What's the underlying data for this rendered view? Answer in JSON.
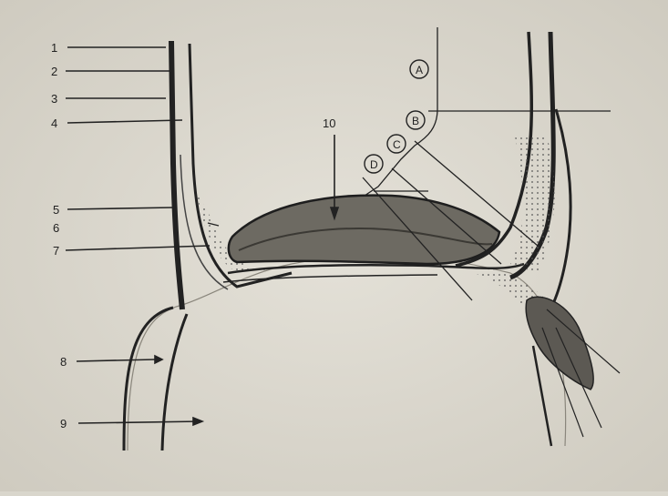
{
  "figure": {
    "numbered_labels": [
      "1",
      "2",
      "3",
      "4",
      "5",
      "6",
      "7",
      "8",
      "9",
      "10"
    ],
    "lettered_labels": [
      "A",
      "B",
      "C",
      "D"
    ]
  }
}
